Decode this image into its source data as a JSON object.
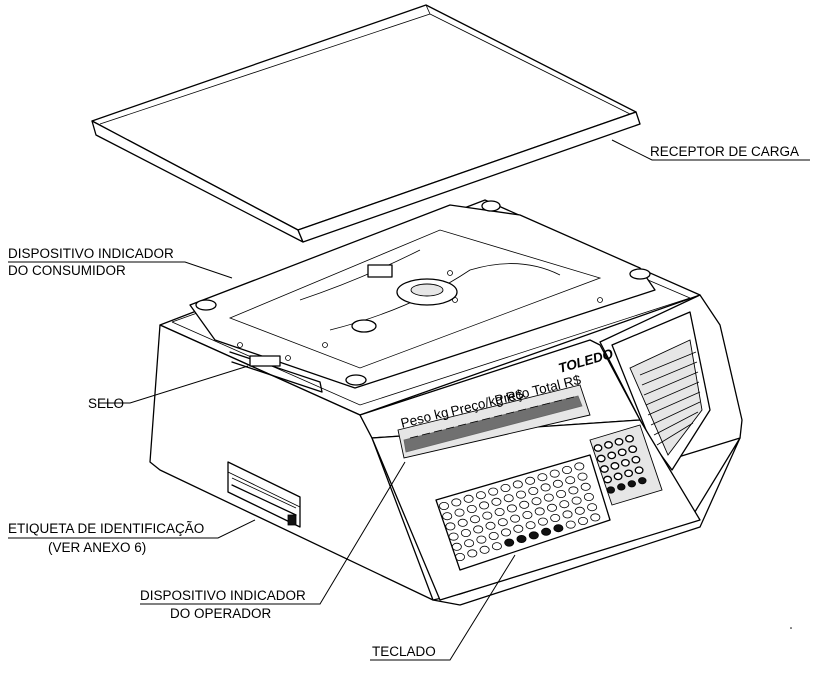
{
  "labels": {
    "receptor": "RECEPTOR DE CARGA",
    "consumidor_1": "DISPOSITIVO INDICADOR",
    "consumidor_2": "DO CONSUMIDOR",
    "selo": "SELO",
    "etiqueta_1": "ETIQUETA DE IDENTIFICAÇÃO",
    "etiqueta_2": "(VER ANEXO 6)",
    "operador_1": "DISPOSITIVO INDICADOR",
    "operador_2": "DO OPERADOR",
    "teclado": "TECLADO"
  },
  "display": {
    "brand": "TOLEDO",
    "peso": "Peso kg",
    "preco": "Preço/kg R$",
    "total": "Preço Total R$"
  }
}
